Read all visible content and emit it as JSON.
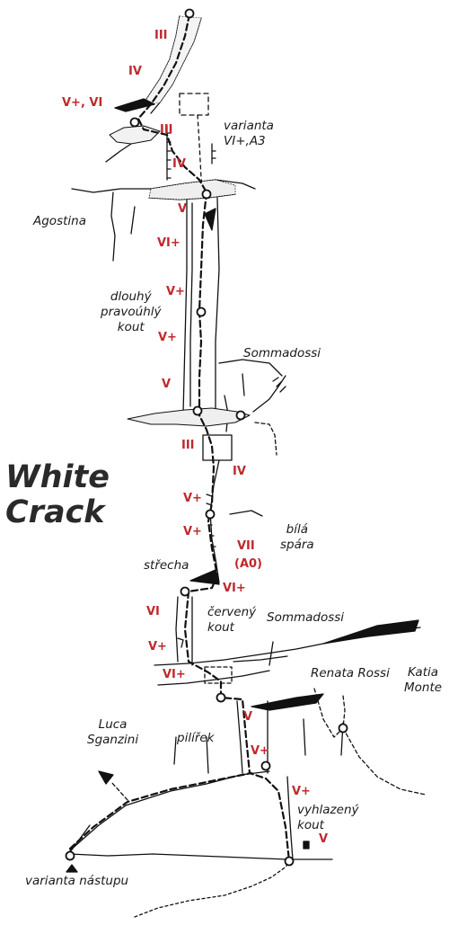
{
  "title": "White\nCrack",
  "grades": {
    "p1_iii": "III",
    "p1_iv": "IV",
    "p1_v_vi": "V+, VI",
    "p2_iii": "III",
    "p2_iv": "IV",
    "p3_v": "V",
    "p3_vi_plus": "VI+",
    "p3_v_plus_a": "V+",
    "p3_v_plus_b": "V+",
    "p3_v_b": "V",
    "p4_iii": "III",
    "p4_iv": "IV",
    "p4_v_plus_a": "V+",
    "p4_v_plus_b": "V+",
    "p4_vii": "VII",
    "p4_a0": "(A0)",
    "p4_vi_plus": "VI+",
    "p5_vi": "VI",
    "p5_v_plus": "V+",
    "p5_vi_plus": "VI+",
    "p6_v": "V",
    "p6_v_plus": "V+",
    "p7_v_plus": "V+",
    "p7_v": "V"
  },
  "labels": {
    "varianta_top": "varianta\nVI+,A3",
    "agostina": "Agostina",
    "dlouhy_kout": "dlouhý\npravoúhlý\nkout",
    "sommadossi_upper": "Sommadossi",
    "bila_spara": "bílá\nspára",
    "strecha": "střecha",
    "cerveny_kout": "červený\nkout",
    "sommadossi_lower": "Sommadossi",
    "renata_rossi": "Renata Rossi",
    "katia_monte": "Katia\nMonte",
    "luca_sganzini": "Luca\nSganzini",
    "pilirek": "pilířek",
    "vyhlazeny_kout": "vyhlazený\nkout",
    "varianta_nastupu": "varianta nástupu"
  },
  "colors": {
    "grade": "#c0282d",
    "ink": "#1a1a1a",
    "title": "#2a2a2a"
  }
}
